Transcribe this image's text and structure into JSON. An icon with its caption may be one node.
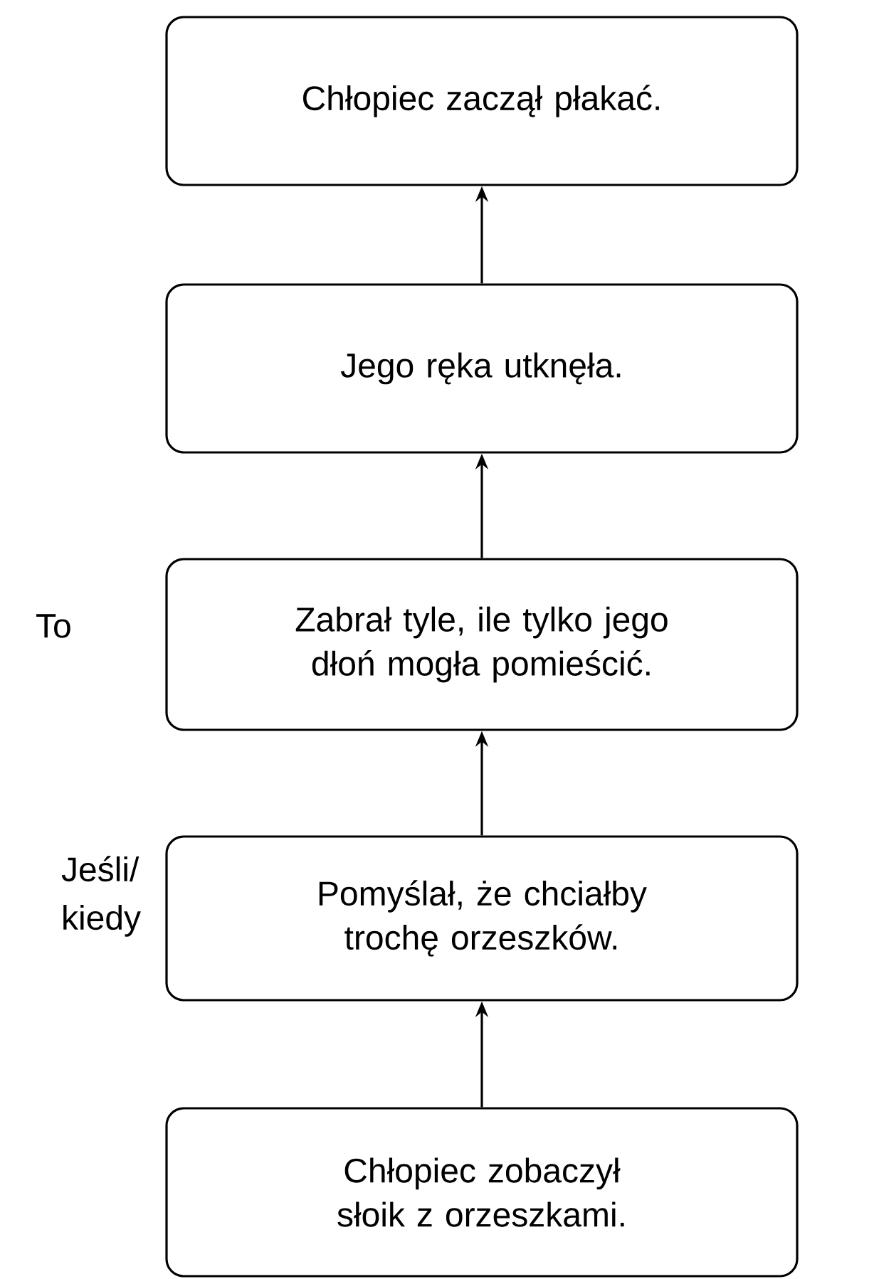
{
  "diagram": {
    "nodes": [
      {
        "text": [
          "Chłopiec zaczął płakać."
        ]
      },
      {
        "text": [
          "Jego ręka utknęła."
        ]
      },
      {
        "text": [
          "Zabrał tyle, ile tylko jego dłoń mogła pomieścić."
        ],
        "beside": [
          "To"
        ]
      },
      {
        "text": [
          "Pomyślał, że chciałby trochę orzeszków."
        ],
        "beside": [
          "Jeśli/ kiedy"
        ]
      },
      {
        "text": [
          "Chłopiec zobaczył słoik z orzeszkami."
        ]
      }
    ],
    "edges": [
      {
        "from": 4,
        "to": 3,
        "arrow": "to"
      },
      {
        "from": 3,
        "to": 2,
        "arrow": "to"
      },
      {
        "from": 2,
        "to": 1,
        "arrow": "to"
      },
      {
        "from": 1,
        "to": 0,
        "arrow": "to"
      }
    ]
  }
}
